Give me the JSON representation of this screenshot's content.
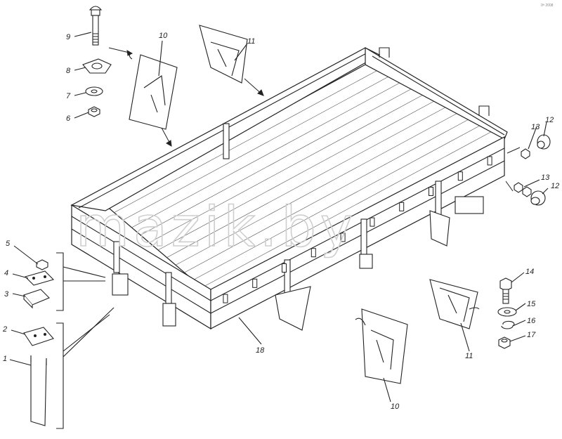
{
  "watermark": "mazik.by",
  "corner_mark": "0ᴴ 2008",
  "callouts": {
    "p1": "1",
    "p2": "2",
    "p3": "3",
    "p4": "4",
    "p5": "5",
    "p6": "6",
    "p7": "7",
    "p8": "8",
    "p9": "9",
    "p10_top": "10",
    "p10_bottom": "10",
    "p11_top": "11",
    "p11_right": "11",
    "p12_a": "12",
    "p12_b": "12",
    "p13_a": "13",
    "p13_b": "13",
    "p14": "14",
    "p15": "15",
    "p16": "16",
    "p17": "17",
    "p18": "18"
  },
  "colors": {
    "line": "#222222",
    "watermark": "#cfcfcf",
    "background": "#ffffff"
  }
}
